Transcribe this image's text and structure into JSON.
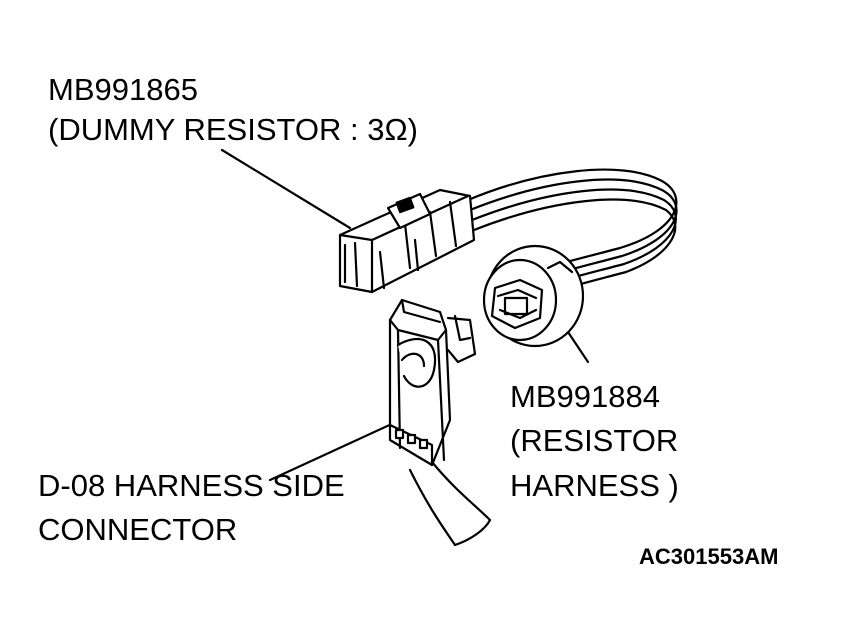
{
  "labels": {
    "dummy_resistor_part": "MB991865",
    "dummy_resistor_desc": "(DUMMY RESISTOR : 3Ω)",
    "resistor_harness_part": "MB991884",
    "resistor_harness_desc_1": "(RESISTOR",
    "resistor_harness_desc_2": "HARNESS )",
    "harness_connector_1": "D-08 HARNESS SIDE",
    "harness_connector_2": "CONNECTOR",
    "figure_id": "AC301553AM"
  },
  "colors": {
    "ink": "#000000",
    "paper": "#ffffff",
    "shade": "#e6e6e6"
  }
}
